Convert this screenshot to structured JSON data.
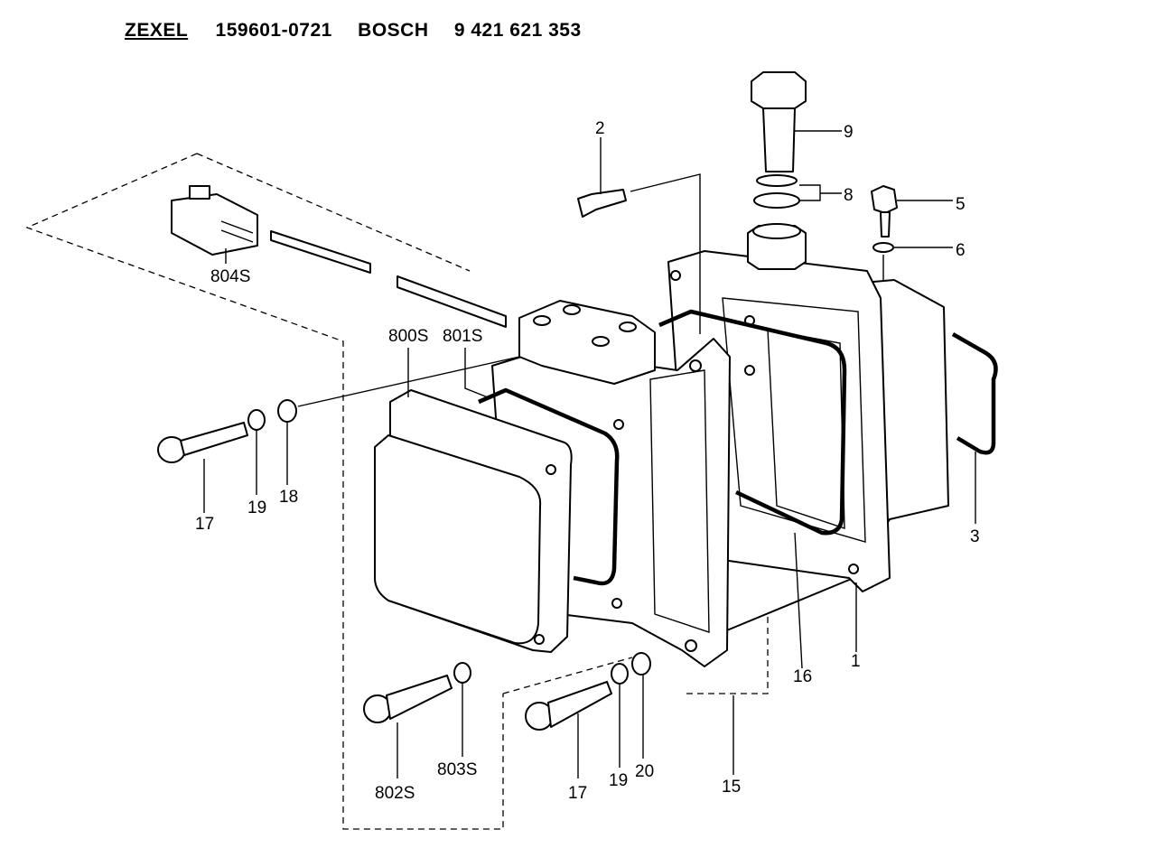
{
  "header": {
    "brand1": "ZEXEL",
    "part_number1": "159601-0721",
    "brand2": "BOSCH",
    "part_number2": "9 421 621 353"
  },
  "callouts": {
    "c1": "1",
    "c2": "2",
    "c3": "3",
    "c5": "5",
    "c6": "6",
    "c8": "8",
    "c9": "9",
    "c15": "15",
    "c16": "16",
    "c17a": "17",
    "c17b": "17",
    "c18": "18",
    "c19a": "19",
    "c19b": "19",
    "c20": "20",
    "c800S": "800S",
    "c801S": "801S",
    "c802S": "802S",
    "c803S": "803S",
    "c804S": "804S"
  }
}
